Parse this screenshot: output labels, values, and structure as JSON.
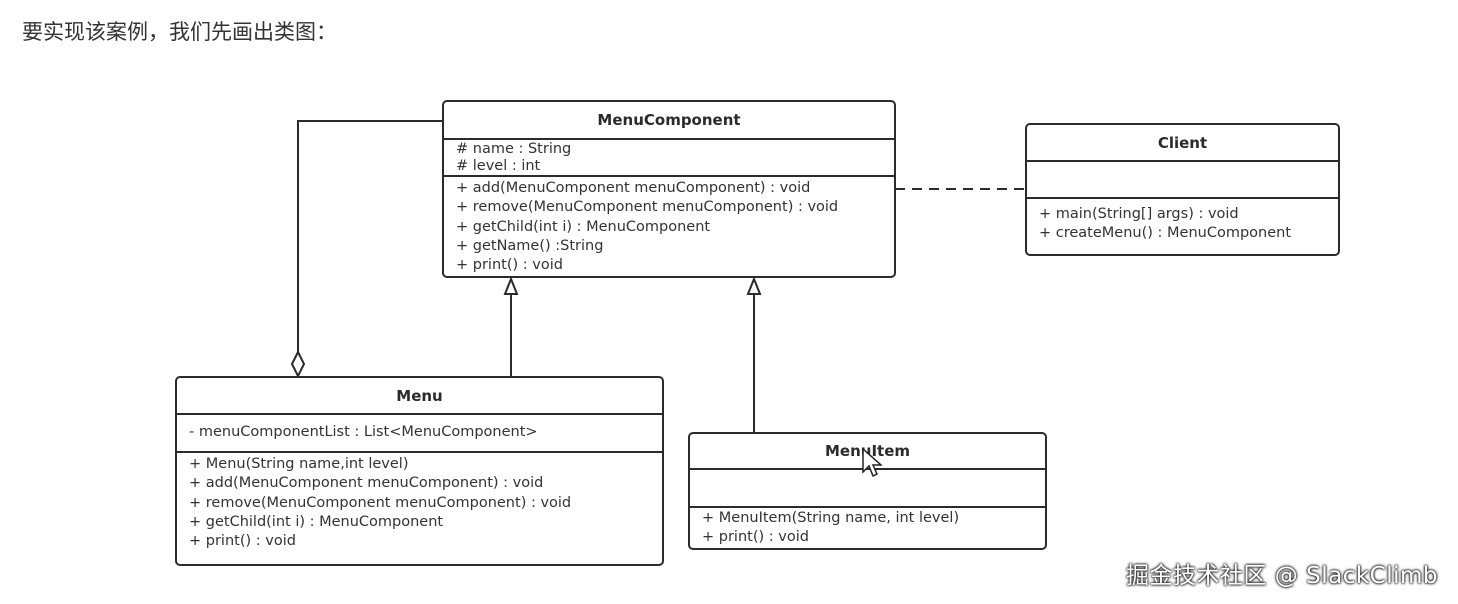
{
  "intro": "要实现该案例，我们先画出类图：",
  "classes": {
    "menu_component": {
      "name": "MenuComponent",
      "attributes": [
        "# name : String",
        "# level : int"
      ],
      "methods": [
        "+ add(MenuComponent menuComponent) : void",
        "+ remove(MenuComponent menuComponent) : void",
        "+ getChild(int i) : MenuComponent",
        "+ getName() :String",
        "+ print() : void"
      ]
    },
    "client": {
      "name": "Client",
      "attributes": [],
      "methods": [
        "+ main(String[] args) : void",
        "+ createMenu() : MenuComponent"
      ]
    },
    "menu": {
      "name": "Menu",
      "attributes": [
        "- menuComponentList : List<MenuComponent>"
      ],
      "methods": [
        "+ Menu(String name,int level)",
        "+ add(MenuComponent menuComponent) : void",
        "+ remove(MenuComponent menuComponent) : void",
        "+ getChild(int i) : MenuComponent",
        "+ print() : void"
      ]
    },
    "menu_item": {
      "name": "MenuItem",
      "attributes": [],
      "methods": [
        "+ MenuItem(String name, int level)",
        "+ print() : void"
      ]
    }
  },
  "relations": [
    {
      "from": "Menu",
      "to": "MenuComponent",
      "type": "inheritance"
    },
    {
      "from": "MenuItem",
      "to": "MenuComponent",
      "type": "inheritance"
    },
    {
      "from": "Menu",
      "to": "MenuComponent",
      "type": "aggregation"
    },
    {
      "from": "Client",
      "to": "MenuComponent",
      "type": "dependency"
    }
  ],
  "watermark": "掘金技术社区 @ SlackClimb",
  "colors": {
    "stroke": "#2b2b2b",
    "background": "#ffffff"
  }
}
